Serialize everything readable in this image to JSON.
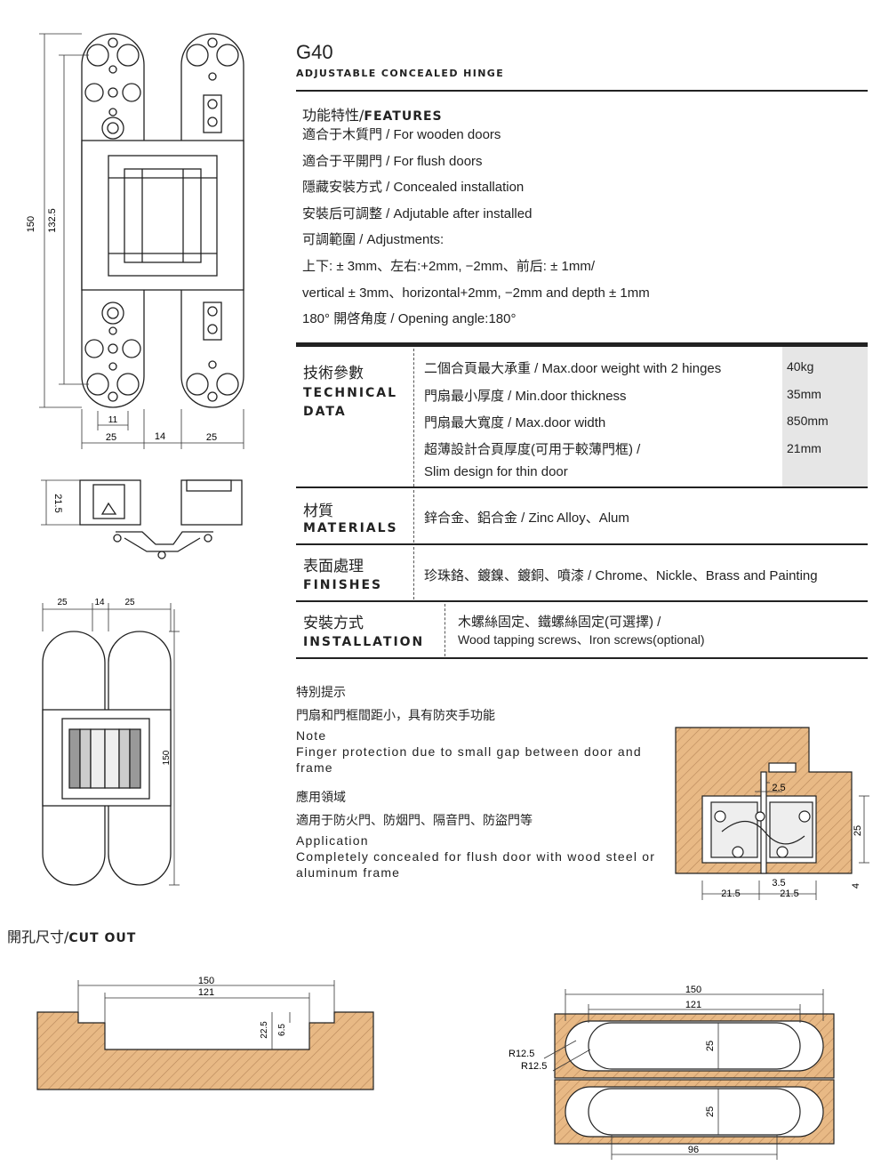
{
  "header": {
    "model": "G40",
    "subtitle": "Adjustable Concealed Hinge"
  },
  "features": {
    "heading_cn": "功能特性/",
    "heading_en": "Features",
    "items": [
      "適合于木質門 / For wooden doors",
      "適合于平開門 / For flush doors",
      "隱藏安裝方式 / Concealed installation",
      "安裝后可調整 / Adjutable after installed",
      "可調範圍 / Adjustments:",
      "上下: ± 3mm、左右:+2mm, −2mm、前后: ± 1mm/",
      "vertical ± 3mm、horizontal+2mm, −2mm and depth ± 1mm",
      "180°  開啓角度 / Opening angle:180°"
    ]
  },
  "technical": {
    "heading_cn": "技術參數",
    "heading_en_1": "Technical",
    "heading_en_2": "Data",
    "rows": [
      {
        "label": "二個合頁最大承重 / Max.door weight with 2 hinges",
        "value": "40kg"
      },
      {
        "label": "門扇最小厚度 / Min.door thickness",
        "value": "35mm"
      },
      {
        "label": "門扇最大寬度 / Max.door width",
        "value": "850mm"
      },
      {
        "label": "超薄設計合頁厚度(可用于較薄門框) /",
        "value": "21mm"
      }
    ],
    "slim_note": "Slim design for thin door"
  },
  "materials": {
    "heading_cn": "材質",
    "heading_en": "Materials",
    "text": "鋅合金、鋁合金 / Zinc Alloy、Alum"
  },
  "finishes": {
    "heading_cn": "表面處理",
    "heading_en": "Finishes",
    "text": "珍珠鉻、鍍鎳、鍍銅、噴漆 / Chrome、Nickle、Brass and Painting"
  },
  "installation": {
    "heading_cn": "安裝方式",
    "heading_en": "Installation",
    "text_cn": "木螺絲固定、鐵螺絲固定(可選擇) /",
    "text_en": "Wood tapping screws、Iron screws(optional)"
  },
  "notes": {
    "note_cn_1": "特別提示",
    "note_cn_2": "門扇和門框間距小，具有防夾手功能",
    "note_en_title": "Note",
    "note_en_text": "Finger protection due to small gap between door and frame",
    "app_cn_1": "應用領域",
    "app_cn_2": "適用于防火門、防烟門、隔音門、防盜門等",
    "app_en_title": "Application",
    "app_en_text": "Completely concealed for flush door with wood steel or aluminum frame"
  },
  "cutout": {
    "heading_cn": "開孔尺寸/",
    "heading_en": "Cut out"
  },
  "dimensions": {
    "d150": "150",
    "d132_5": "132.5",
    "d11": "11",
    "d25": "25",
    "d14": "14",
    "d21_5": "21.5",
    "d121": "121",
    "d22_5": "22.5",
    "d6_5": "6.5",
    "d2_5": "2.5",
    "d3_5": "3.5",
    "d4": "4",
    "r12_5": "R12.5",
    "d96": "96"
  },
  "colors": {
    "wood": "#e8b985",
    "hatch": "#b8875a",
    "table_shade": "#e6e6e6",
    "line": "#222222"
  }
}
